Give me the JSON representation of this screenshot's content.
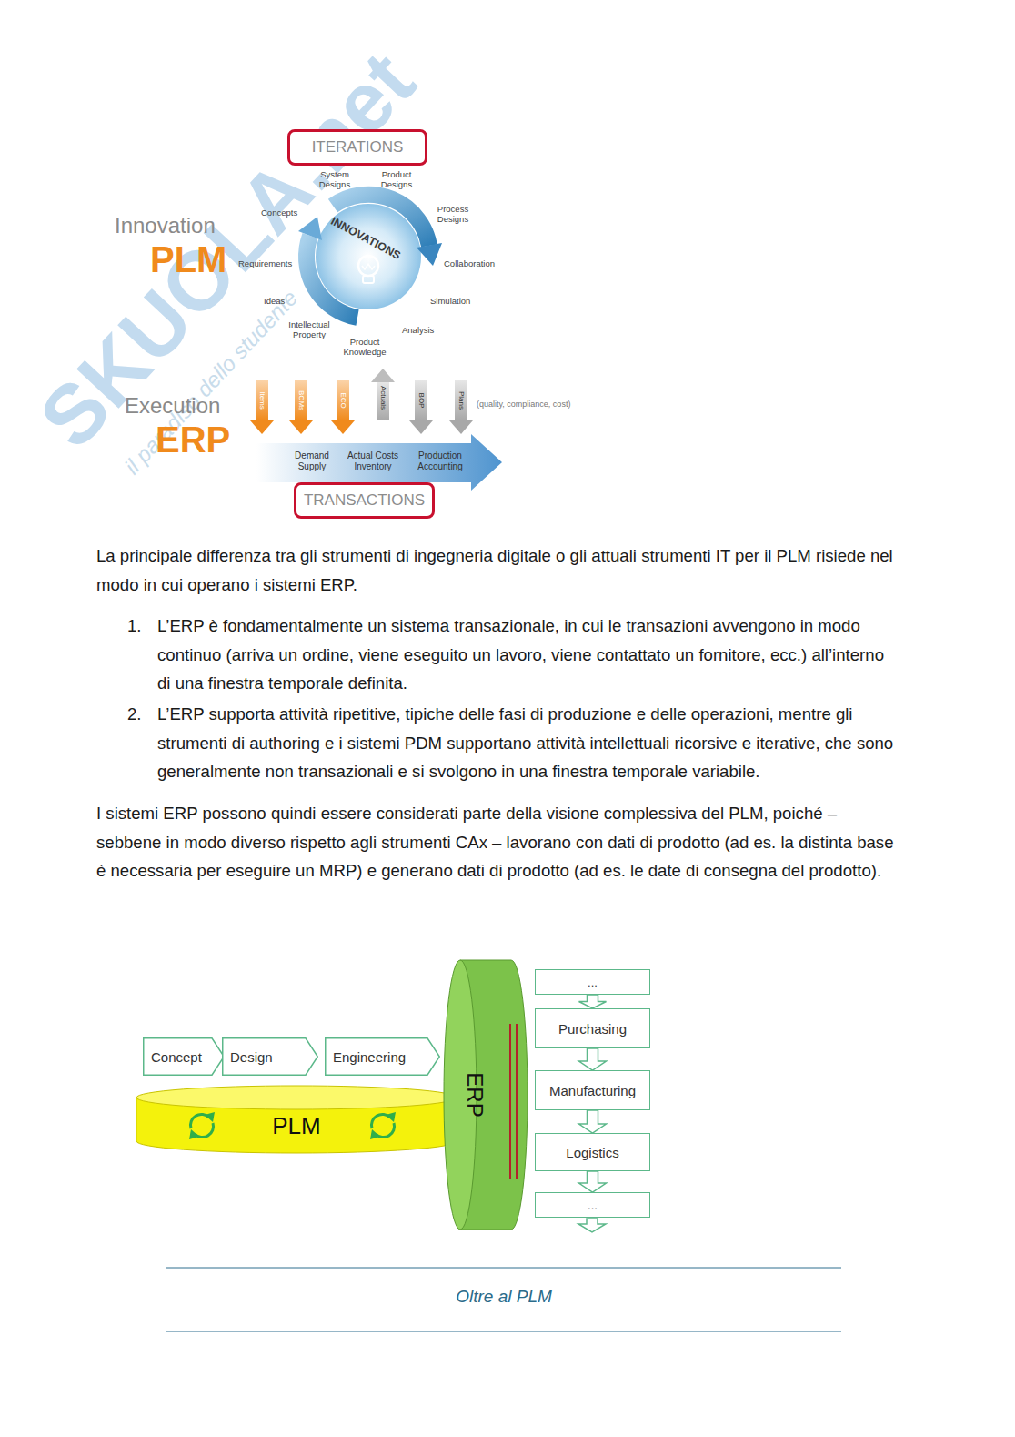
{
  "diagram": {
    "nodes": [
      {
        "text": [
          "ITERATIONS"
        ]
      },
      {
        "text": [
          "TRANSACTIONS"
        ]
      },
      {
        "text": [
          "Concept"
        ]
      },
      {
        "text": [
          "Design"
        ]
      },
      {
        "text": [
          "Engineering"
        ]
      },
      {
        "text": [
          "PLM"
        ]
      },
      {
        "text": [
          "ERP"
        ]
      },
      {
        "text": [
          "..."
        ]
      },
      {
        "text": [
          "Purchasing"
        ]
      },
      {
        "text": [
          "Manufacturing"
        ]
      },
      {
        "text": [
          "Logistics"
        ]
      },
      {
        "text": [
          "..."
        ]
      }
    ],
    "edges": [
      {
        "from": 7,
        "to": 8,
        "arrow": "to"
      },
      {
        "from": 8,
        "to": 9,
        "arrow": "to"
      },
      {
        "from": 9,
        "to": 10,
        "arrow": "to"
      },
      {
        "from": 10,
        "to": 11,
        "arrow": "to"
      }
    ],
    "labels": [
      "SKUOLA.net",
      "il paradiso dello studente",
      "Innovation",
      "PLM",
      "Execution",
      "ERP",
      "System Designs",
      "Product Designs",
      "Concepts",
      "Process Designs",
      "INNOVATIONS",
      "Requirements",
      "Collaboration",
      "Ideas",
      "Simulation",
      "Intellectual Property",
      "Analysis",
      "Product Knowledge",
      "Items",
      "BOMs",
      "ECO",
      "Actuals",
      "BOP",
      "Plans",
      "(quality, compliance, cost)",
      "Demand Supply",
      "Actual Costs Inventory",
      "Production Accounting",
      "La principale differenza tra gli strumenti di ingegneria digitale o gli attuali strumenti IT per il PLM risiede nel modo in cui operano i sistemi ERP.",
      "1.",
      "L’ERP è fondamentalmente un sistema transazionale, in cui le transazioni avvengono in modo continuo (arriva un ordine, viene eseguito un lavoro, viene contattato un fornitore, ecc.) all’interno di una finestra temporale definita.",
      "2.",
      "L’ERP supporta attività ripetitive, tipiche delle fasi di produzione e delle operazioni, mentre gli strumenti di authoring e i sistemi PDM supportano attività intellettuali ricorsive e iterative, che sono generalmente non transazionali e si svolgono in una finestra temporale variabile.",
      "I sistemi ERP possono quindi essere considerati parte della visione complessiva del PLM, poiché – sebbene in modo diverso rispetto agli strumenti CAx – lavorano con dati di prodotto (ad es. la distinta base è necessaria per eseguire un MRP) e generano dati di prodotto (ad es. le date di consegna del prodotto).",
      "Oltre al PLM"
    ]
  }
}
